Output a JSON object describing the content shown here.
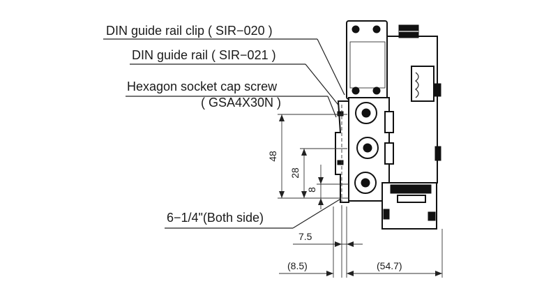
{
  "callouts": {
    "clip": "DIN guide rail clip ( SIR−020 )",
    "rail": "DIN guide rail ( SIR−021 )",
    "screw_line1": "Hexagon socket cap screw",
    "screw_line2": "( GSA4X30N )",
    "ports": "6−1/4\"(Both side)"
  },
  "dimensions": {
    "d48": "48",
    "d28": "28",
    "d8": "8",
    "d7_5": "7.5",
    "d8_5": "(8.5)",
    "d54_7": "(54.7)"
  }
}
